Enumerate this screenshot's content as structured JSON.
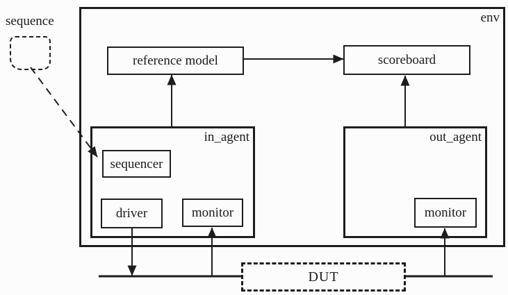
{
  "diagram": {
    "title_hint": "UVM testbench environment block diagram",
    "colors": {
      "line": "#1d1d1d",
      "background": "#fcfcfc"
    },
    "nodes": {
      "sequence": {
        "label": "sequence",
        "shape": "dashed-rounded-box"
      },
      "env": {
        "label": "env",
        "shape": "container-box"
      },
      "reference_model": {
        "label": "reference model",
        "shape": "box"
      },
      "scoreboard": {
        "label": "scoreboard",
        "shape": "box"
      },
      "in_agent": {
        "label": "in_agent",
        "shape": "container-box"
      },
      "sequencer": {
        "label": "sequencer",
        "shape": "box"
      },
      "driver": {
        "label": "driver",
        "shape": "box"
      },
      "in_monitor": {
        "label": "monitor",
        "shape": "box"
      },
      "out_agent": {
        "label": "out_agent",
        "shape": "container-box"
      },
      "out_monitor": {
        "label": "monitor",
        "shape": "box"
      },
      "dut": {
        "label": "DUT",
        "shape": "dashed-box"
      }
    },
    "edges": [
      {
        "from": "sequence",
        "to": "sequencer",
        "style": "dashed",
        "arrow": true
      },
      {
        "from": "in_agent",
        "to": "reference_model",
        "style": "solid",
        "arrow": true
      },
      {
        "from": "reference_model",
        "to": "scoreboard",
        "style": "solid",
        "arrow": true
      },
      {
        "from": "out_agent",
        "to": "scoreboard",
        "style": "solid",
        "arrow": true
      },
      {
        "from": "driver",
        "to": "dut-bus",
        "style": "solid",
        "arrow": true
      },
      {
        "from": "dut-bus",
        "to": "in_monitor",
        "style": "solid",
        "arrow": true
      },
      {
        "from": "dut-bus",
        "to": "out_monitor",
        "style": "solid",
        "arrow": true
      },
      {
        "from": "dut-bus-left",
        "to": "dut",
        "style": "bus-line"
      },
      {
        "from": "dut",
        "to": "dut-bus-right",
        "style": "bus-line"
      }
    ]
  }
}
